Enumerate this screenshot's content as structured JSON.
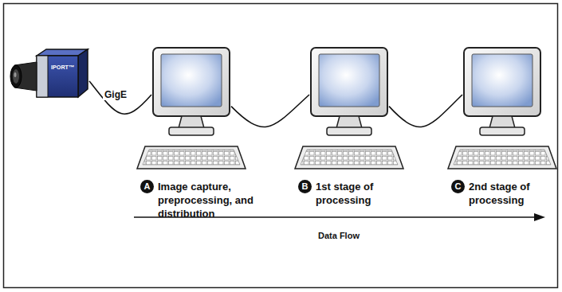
{
  "diagram": {
    "nodes": [
      {
        "text": [
          "IPORT™"
        ]
      },
      {
        "text": [
          "A",
          "Image capture, preprocessing, and distribution"
        ]
      },
      {
        "text": [
          "B",
          "1st stage of processing"
        ]
      },
      {
        "text": [
          "C",
          "2nd stage of processing"
        ]
      }
    ],
    "edges": [
      {
        "from": 0,
        "to": 1,
        "label": "GigE",
        "arrow": "none"
      },
      {
        "from": 1,
        "to": 2,
        "arrow": "none"
      },
      {
        "from": 2,
        "to": 3,
        "arrow": "none"
      }
    ],
    "labels": [
      "Data Flow"
    ]
  }
}
